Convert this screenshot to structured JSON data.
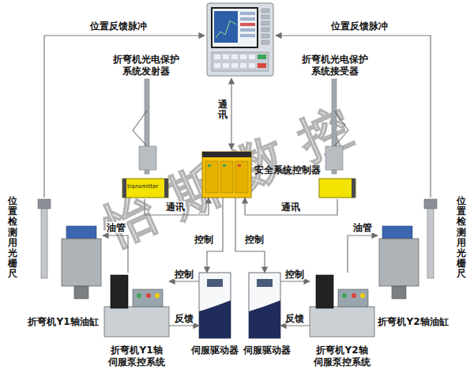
{
  "diagram": {
    "nodes": [
      {
        "text": [
          "折弯机光电保护系统发射器",
          "transmitter"
        ]
      },
      {
        "text": [
          "折弯机光电保护系统接受器"
        ]
      },
      {
        "text": [
          "安全系统控制器"
        ]
      },
      {
        "text": [
          "位置检测用光栅尺"
        ]
      },
      {
        "text": [
          "位置检测用光栅尺"
        ]
      },
      {
        "text": [
          "折弯机Y1轴油缸"
        ]
      },
      {
        "text": [
          "折弯机Y2轴油缸"
        ]
      },
      {
        "text": [
          "折弯机Y1轴伺服泵控系统"
        ]
      },
      {
        "text": [
          "伺服驱动器"
        ]
      },
      {
        "text": [
          "伺服驱动器"
        ]
      },
      {
        "text": [
          "折弯机Y2轴伺服泵控系统"
        ]
      }
    ],
    "edges": [
      {
        "from": 0,
        "to": 2,
        "label": "通讯",
        "arrow": "to"
      },
      {
        "from": 1,
        "to": 2,
        "label": "通讯",
        "arrow": "to"
      },
      {
        "from": 2,
        "to": 8,
        "label": "控制",
        "arrow": "to"
      },
      {
        "from": 2,
        "to": 9,
        "label": "控制",
        "arrow": "to"
      },
      {
        "from": 8,
        "to": 7,
        "label": "控制",
        "arrow": "to"
      },
      {
        "from": 7,
        "to": 8,
        "label": "反馈",
        "arrow": "to"
      },
      {
        "from": 9,
        "to": 10,
        "label": "控制",
        "arrow": "to"
      },
      {
        "from": 10,
        "to": 9,
        "label": "反馈",
        "arrow": "to"
      },
      {
        "from": 7,
        "to": 5,
        "label": "油管",
        "arrow": "to"
      },
      {
        "from": 10,
        "to": 6,
        "label": "油管",
        "arrow": "to"
      }
    ],
    "labels": [
      "位置反馈脉冲",
      "位置反馈脉冲",
      "通讯",
      "怡斯数控"
    ]
  }
}
